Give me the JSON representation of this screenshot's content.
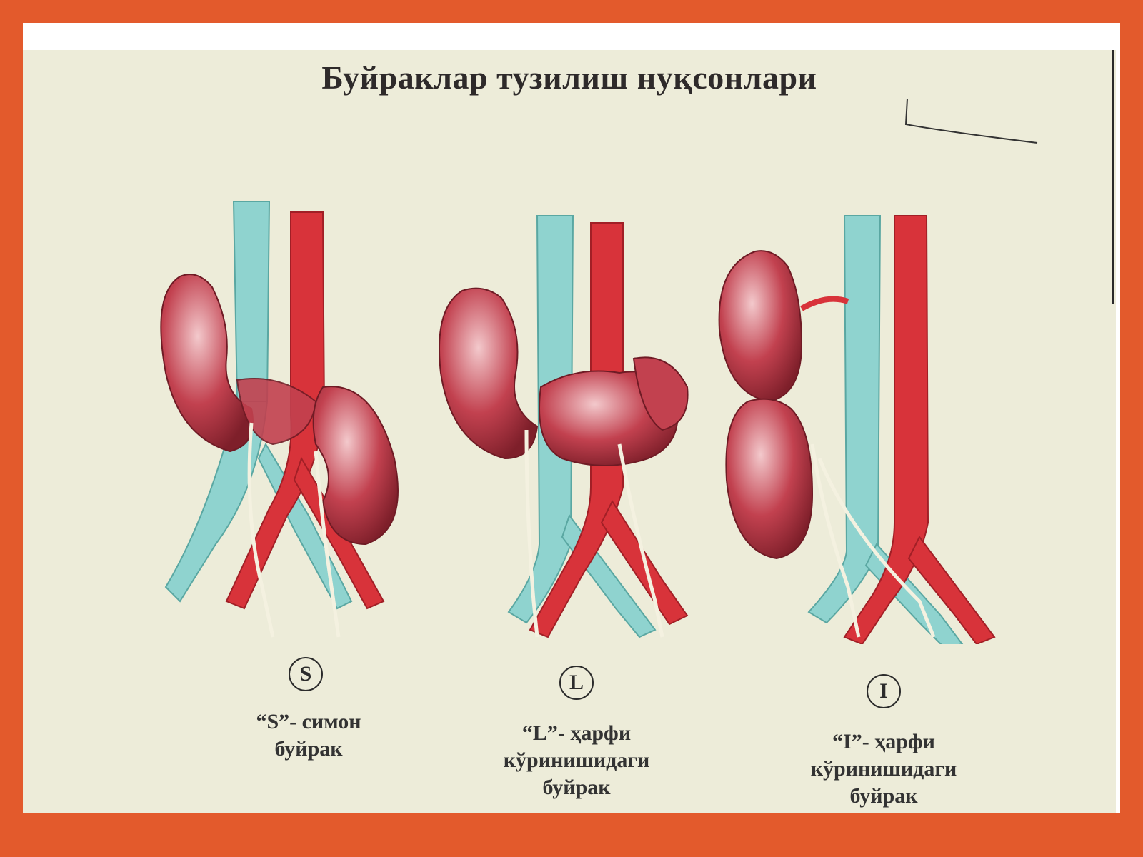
{
  "title": "Буйраклар тузилиш нуқсонлари",
  "colors": {
    "frame": "#e35a2c",
    "paper": "#edecd9",
    "artery": "#d8333a",
    "vein": "#8fd3cf",
    "kidney": "#c2414f"
  },
  "figures": [
    {
      "id": "s",
      "badge": "S",
      "caption_line1": "“S”-  симон",
      "caption_line2": "буйрак",
      "caption_line3": ""
    },
    {
      "id": "l",
      "badge": "L",
      "caption_line1": "“L”- ҳарфи",
      "caption_line2": "кўринишидаги",
      "caption_line3": "буйрак"
    },
    {
      "id": "i",
      "badge": "I",
      "caption_line1": "“I”- ҳарфи",
      "caption_line2": "кўринишидаги",
      "caption_line3": "буйрак"
    }
  ]
}
